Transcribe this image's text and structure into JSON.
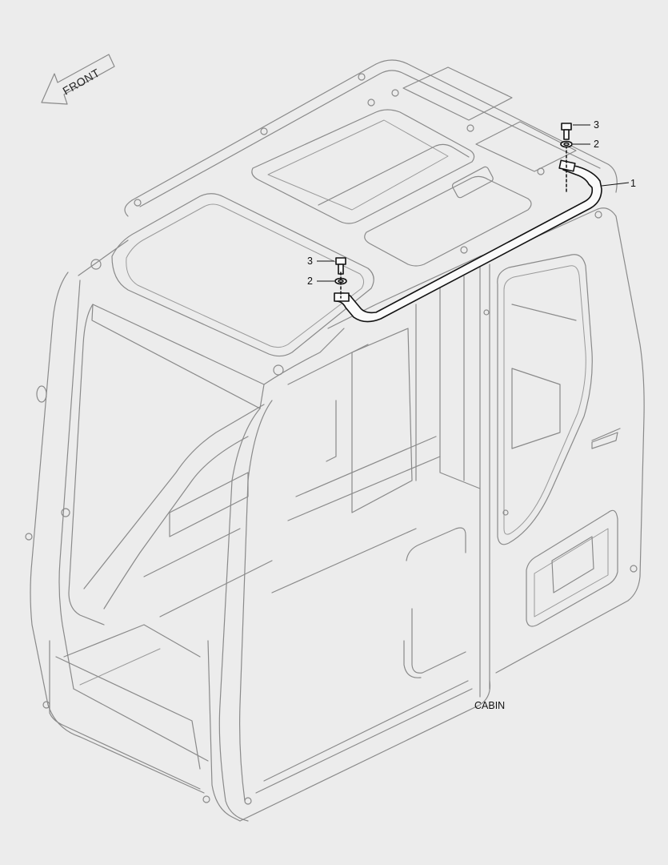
{
  "diagram": {
    "front_arrow_label": "FRONT",
    "caption": "CABIN",
    "callouts": [
      {
        "id": "c1",
        "text": "1"
      },
      {
        "id": "c2a",
        "text": "2"
      },
      {
        "id": "c3a",
        "text": "3"
      },
      {
        "id": "c2b",
        "text": "2"
      },
      {
        "id": "c3b",
        "text": "3"
      }
    ]
  }
}
